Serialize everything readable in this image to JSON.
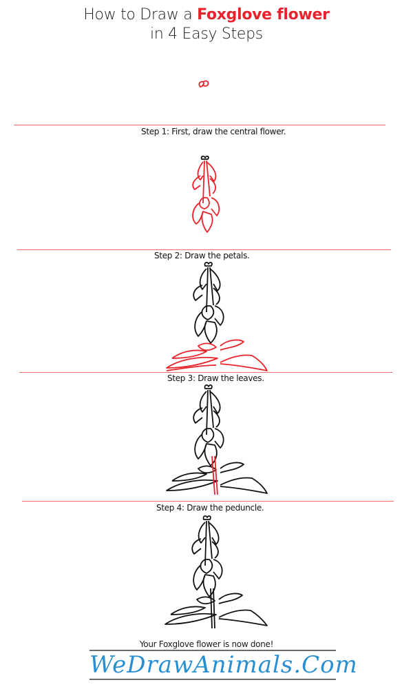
{
  "colors": {
    "accent": "#e8232b",
    "divider": "#ee6b6b",
    "drawing_new": "#e8232b",
    "drawing_old": "#111111",
    "logo_blue": "#2a8fd0",
    "footer_rule": "#6b6b6b"
  },
  "header": {
    "title_prefix": "How to Draw a ",
    "title_subject": "Foxglove flower",
    "subtitle": "in 4 Easy Steps"
  },
  "steps": [
    {
      "label": "Step 1: First, draw the central flower."
    },
    {
      "label": "Step 2: Draw the petals."
    },
    {
      "label": "Step 3: Draw the leaves."
    },
    {
      "label": "Step 4: Draw the peduncle."
    }
  ],
  "footer": {
    "done_text": "Your Foxglove flower is now done!",
    "logo_text": "WeDrawAnimals.Com"
  }
}
